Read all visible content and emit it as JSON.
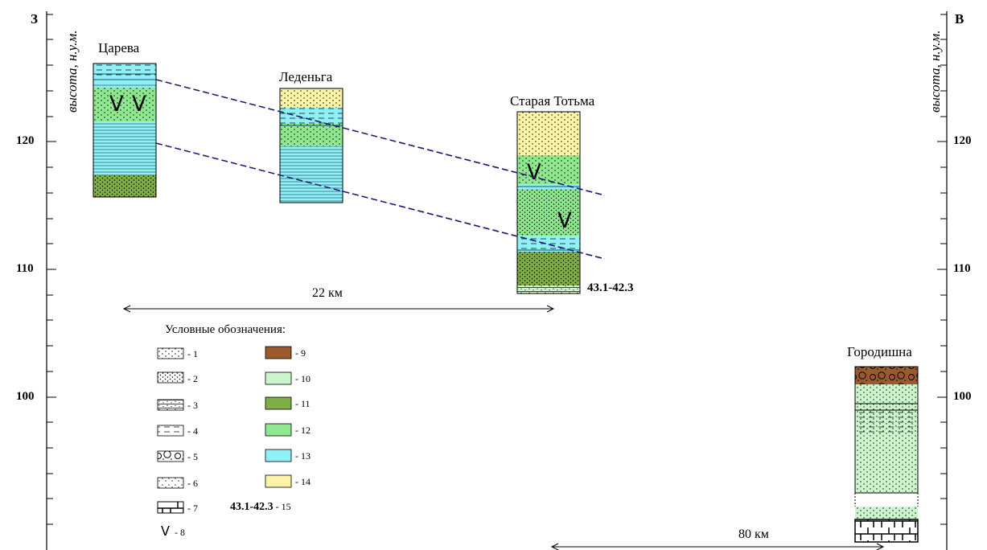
{
  "left_direction": "З",
  "right_direction": "В",
  "y_axis_label": "высота, н.у.м.",
  "y_ticks": [
    "120",
    "110",
    "100"
  ],
  "sections": {
    "tsareva": "Царева",
    "ledenga": "Леденьга",
    "staraya_totma": "Старая Тотьма",
    "gorodishna": "Городишна"
  },
  "dating_label": "43.1-42.3",
  "distance_22": "22 км",
  "distance_80": "80 км",
  "legend": {
    "title": "Условные обозначения:",
    "items": [
      "- 1",
      "- 2",
      "- 3",
      "- 4",
      "- 5",
      "- 6",
      "- 7",
      "- 8",
      "- 9",
      "- 10",
      "- 11",
      "- 12",
      "- 13",
      "- 14",
      "- 15"
    ],
    "item15_sample": "43.1-42.3"
  },
  "colors": {
    "brown": "#9a5a2e",
    "pale_green": "#cdf5cd",
    "olive": "#7fae47",
    "green": "#8fe88f",
    "cyan": "#8ff0f5",
    "yellow": "#fbf3a5",
    "correlation": "#1a1a7a"
  }
}
